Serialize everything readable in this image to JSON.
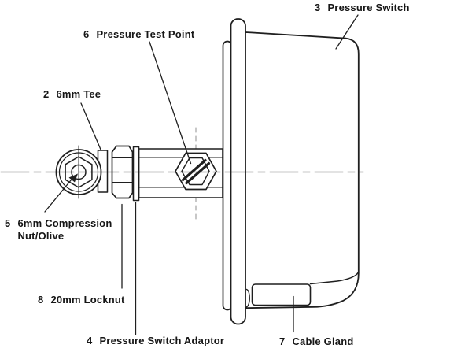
{
  "diagram": {
    "background_color": "#ffffff",
    "line_color": "#1f1f1f",
    "parts": {
      "tee": {
        "number": "2",
        "name": "6mm Tee"
      },
      "pressure_switch": {
        "number": "3",
        "name": "Pressure Switch"
      },
      "adaptor": {
        "number": "4",
        "name": "Pressure Switch Adaptor"
      },
      "compression_nut": {
        "number": "5",
        "name_line1": "6mm Compression",
        "name_line2": "Nut/Olive"
      },
      "test_point": {
        "number": "6",
        "name": "Pressure Test Point"
      },
      "cable_gland": {
        "number": "7",
        "name": "Cable Gland"
      },
      "locknut": {
        "number": "8",
        "name": "20mm Locknut"
      }
    }
  }
}
